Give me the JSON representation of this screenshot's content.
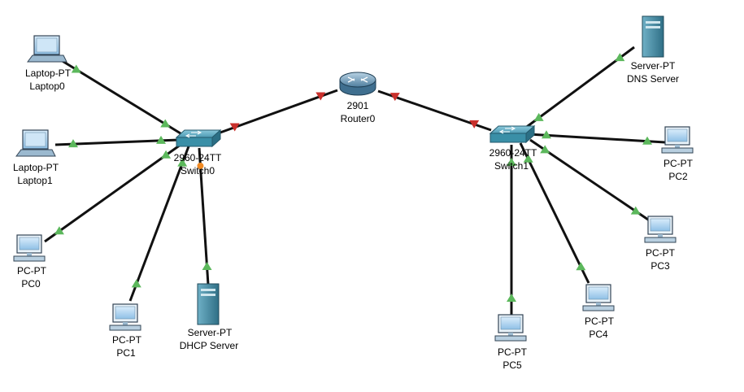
{
  "colors": {
    "link": "#111111",
    "link_up": "#5cb85c",
    "link_down": "#c9302c",
    "link_pending": "#f08a24",
    "switch": "#3a8fa7",
    "router": "#5f8fae",
    "server": "#4b8ca3",
    "pc": "#6aa6d6",
    "laptop": "#7fa9c7"
  },
  "nodes": {
    "laptop0": {
      "type": "laptop-icon",
      "model": "Laptop-PT",
      "name": "Laptop0"
    },
    "laptop1": {
      "type": "laptop-icon",
      "model": "Laptop-PT",
      "name": "Laptop1"
    },
    "pc0": {
      "type": "pc-icon",
      "model": "PC-PT",
      "name": "PC0"
    },
    "pc1": {
      "type": "pc-icon",
      "model": "PC-PT",
      "name": "PC1"
    },
    "dhcp_server": {
      "type": "server-icon",
      "model": "Server-PT",
      "name": "DHCP Server"
    },
    "switch0": {
      "type": "switch-icon",
      "model": "2960-24TT",
      "name": "Switch0"
    },
    "router0": {
      "type": "router-icon",
      "model": "2901",
      "name": "Router0"
    },
    "switch1": {
      "type": "switch-icon",
      "model": "2960-24TT",
      "name": "Switch1"
    },
    "dns_server": {
      "type": "server-icon",
      "model": "Server-PT",
      "name": "DNS Server"
    },
    "pc2": {
      "type": "pc-icon",
      "model": "PC-PT",
      "name": "PC2"
    },
    "pc3": {
      "type": "pc-icon",
      "model": "PC-PT",
      "name": "PC3"
    },
    "pc4": {
      "type": "pc-icon",
      "model": "PC-PT",
      "name": "PC4"
    },
    "pc5": {
      "type": "pc-icon",
      "model": "PC-PT",
      "name": "PC5"
    }
  },
  "links": [
    {
      "from": "laptop0",
      "to": "switch0",
      "status_from": "up",
      "status_to": "up"
    },
    {
      "from": "laptop1",
      "to": "switch0",
      "status_from": "up",
      "status_to": "up"
    },
    {
      "from": "pc0",
      "to": "switch0",
      "status_from": "up",
      "status_to": "up"
    },
    {
      "from": "pc1",
      "to": "switch0",
      "status_from": "up",
      "status_to": "up"
    },
    {
      "from": "dhcp_server",
      "to": "switch0",
      "status_from": "up",
      "status_to": "pending"
    },
    {
      "from": "switch0",
      "to": "router0",
      "status_from": "down",
      "status_to": "down"
    },
    {
      "from": "router0",
      "to": "switch1",
      "status_from": "down",
      "status_to": "down"
    },
    {
      "from": "dns_server",
      "to": "switch1",
      "status_from": "up",
      "status_to": "up"
    },
    {
      "from": "pc2",
      "to": "switch1",
      "status_from": "up",
      "status_to": "up"
    },
    {
      "from": "pc3",
      "to": "switch1",
      "status_from": "up",
      "status_to": "up"
    },
    {
      "from": "pc4",
      "to": "switch1",
      "status_from": "up",
      "status_to": "up"
    },
    {
      "from": "pc5",
      "to": "switch1",
      "status_from": "up",
      "status_to": "up"
    }
  ]
}
